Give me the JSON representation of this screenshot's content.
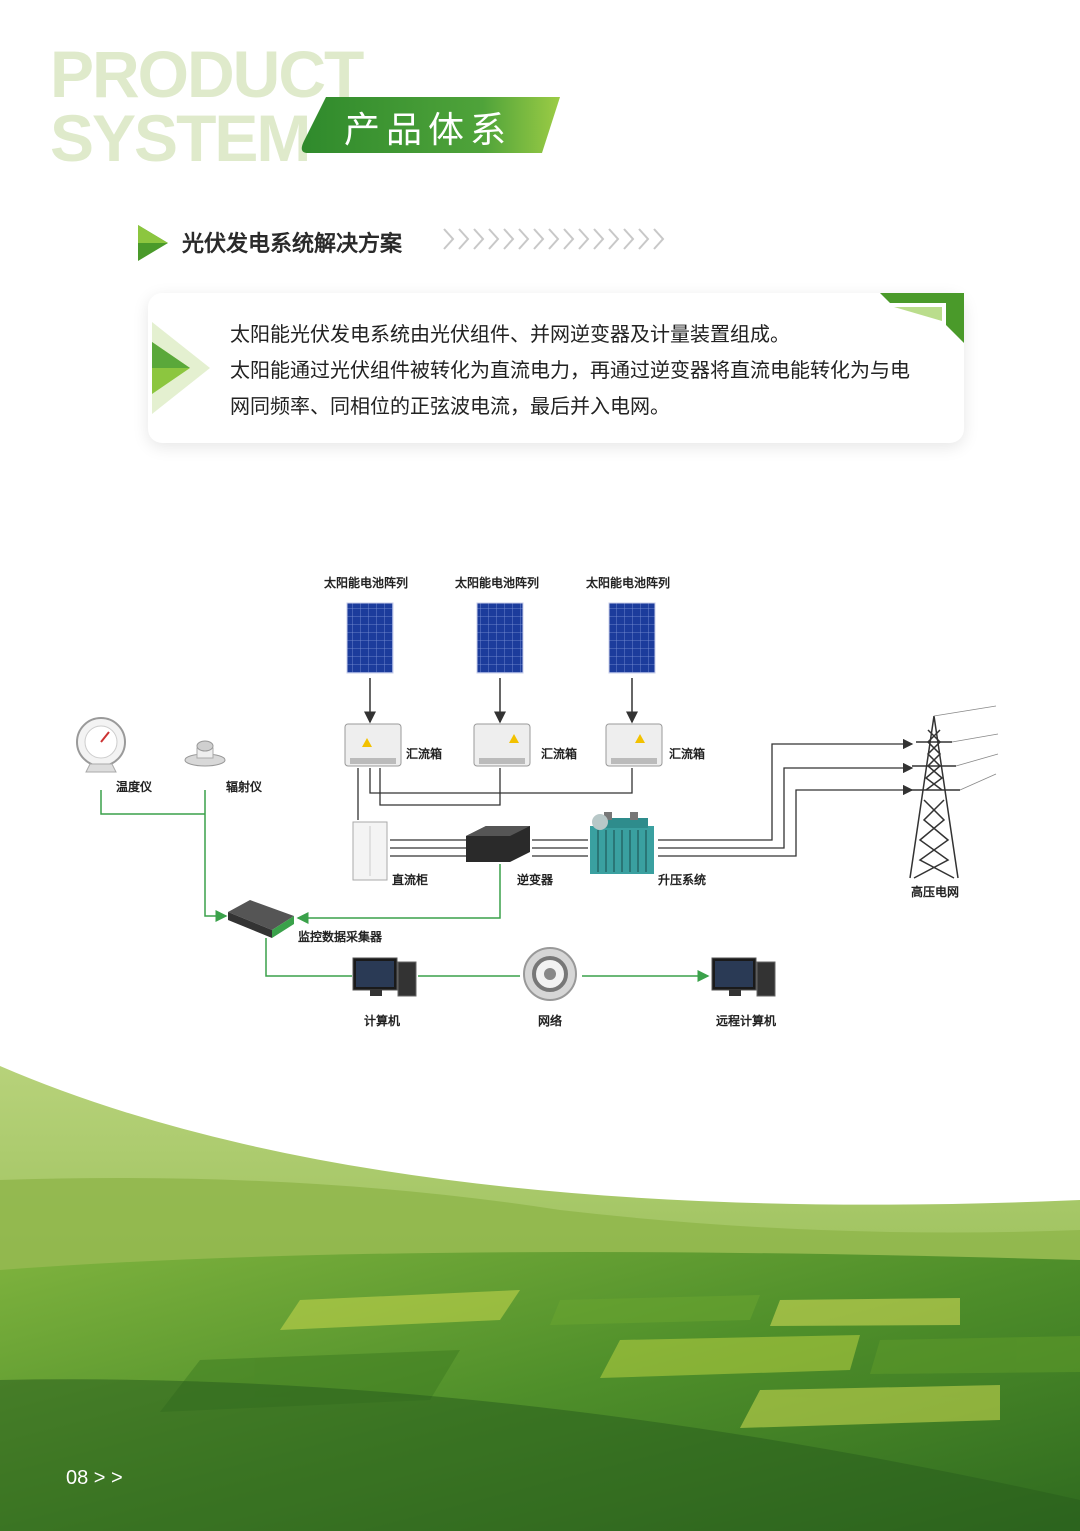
{
  "header": {
    "bg_line1": "PRODUCT",
    "bg_line2": "SYSTEM",
    "section_title": "产品体系"
  },
  "subheading": "光伏发电系统解决方案",
  "card": {
    "lines": [
      "太阳能光伏发电系统由光伏组件、并网逆变器及计量装置组成。",
      "太阳能通过光伏组件被转化为直流电力，再通过逆变器将直流电能转化为与电",
      "网同频率、同相位的正弦波电流，最后并入电网。"
    ]
  },
  "diagram": {
    "solar_array_labels": [
      "太阳能电池阵列",
      "太阳能电池阵列",
      "太阳能电池阵列"
    ],
    "combiner_labels": [
      "汇流箱",
      "汇流箱",
      "汇流箱"
    ],
    "thermometer": "温度仪",
    "radiometer": "辐射仪",
    "dc_cabinet": "直流柜",
    "inverter": "逆变器",
    "step_up": "升压系统",
    "grid": "高压电网",
    "collector": "监控数据采集器",
    "computer": "计算机",
    "network": "网络",
    "remote_computer": "远程计算机"
  },
  "footer": {
    "page_number": "08 > >"
  },
  "colors": {
    "brand_green": "#4a9a2a",
    "light_green": "#8cc63f",
    "bg_text": "#dfeacb"
  }
}
